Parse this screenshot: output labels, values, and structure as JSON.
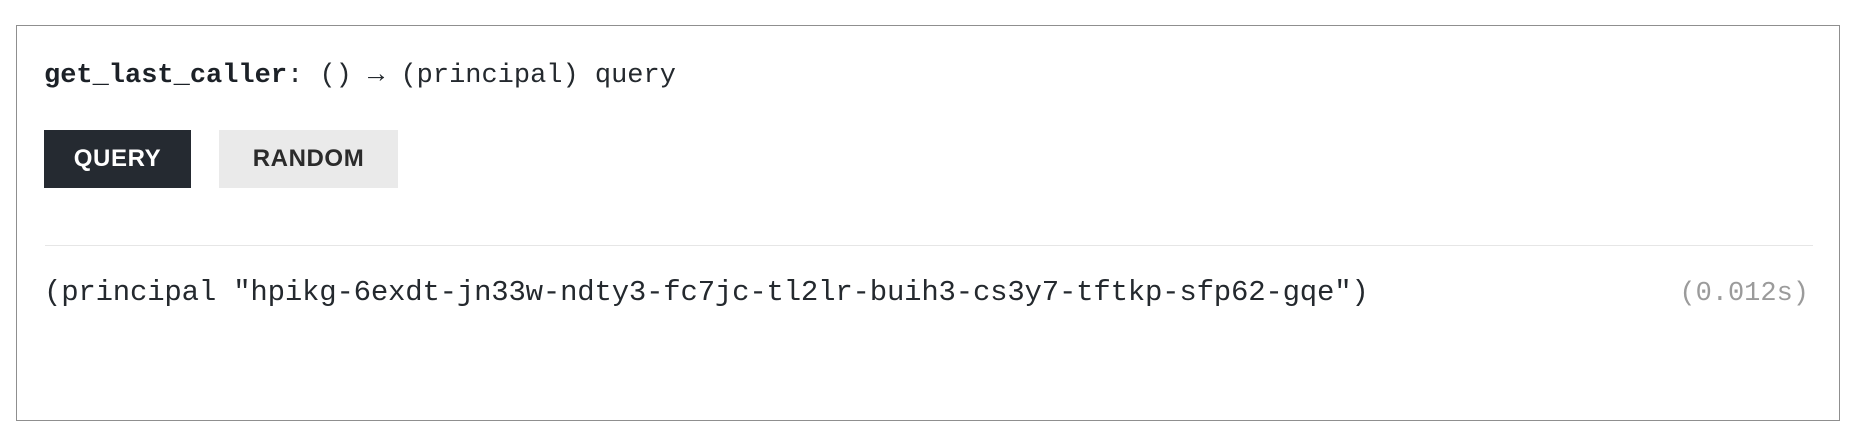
{
  "method": {
    "name": "get_last_caller",
    "name_suffix": ": ",
    "signature_rest": "() → (principal) query",
    "full_signature": "get_last_caller: () → (principal) query"
  },
  "actions": {
    "query_label": "QUERY",
    "random_label": "RANDOM"
  },
  "result": {
    "value": "(principal \"hpikg-6exdt-jn33w-ndty3-fc7jc-tl2lr-buih3-cs3y7-tftkp-sfp62-gqe\")",
    "principal_id": "hpikg-6exdt-jn33w-ndty3-fc7jc-tl2lr-buih3-cs3y7-tftkp-sfp62-gqe",
    "duration": "(0.012s)"
  },
  "colors": {
    "primary_button_bg": "#252a31",
    "primary_button_text": "#ffffff",
    "secondary_button_bg": "#eaeaea",
    "secondary_button_text": "#2b2b2b",
    "card_border": "#8f8f8f",
    "divider": "#e6e6e6",
    "text": "#24292e",
    "muted_text": "#9b9b9b"
  }
}
